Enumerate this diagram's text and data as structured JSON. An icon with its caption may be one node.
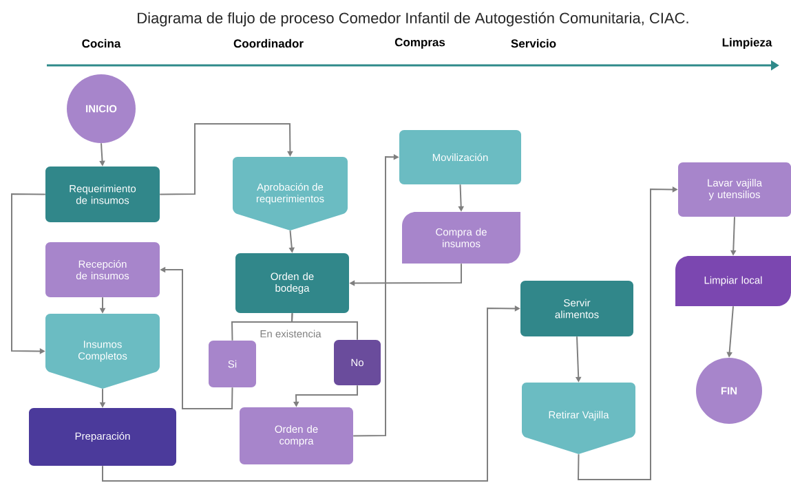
{
  "diagram": {
    "title": "Diagrama de flujo de proceso Comedor Infantil de Autogestión Comunitaria, CIAC.",
    "nodes": [
      {
        "text": [
          "INICIO"
        ]
      },
      {
        "text": [
          "Requerimiento de insumos"
        ]
      },
      {
        "text": [
          "Aprobación de requerimientos"
        ]
      },
      {
        "text": [
          "Recepción de insumos"
        ]
      },
      {
        "text": [
          "Orden de bodega"
        ]
      },
      {
        "text": [
          "Insumos Completos"
        ]
      },
      {
        "text": [
          "Si"
        ]
      },
      {
        "text": [
          "No"
        ]
      },
      {
        "text": [
          "Preparación"
        ]
      },
      {
        "text": [
          "Orden de compra"
        ]
      },
      {
        "text": [
          "Movilización"
        ]
      },
      {
        "text": [
          "Compra de insumos"
        ]
      },
      {
        "text": [
          "Servir alimentos"
        ]
      },
      {
        "text": [
          "Retirar Vajilla"
        ]
      },
      {
        "text": [
          "Lavar vajilla y utensilios"
        ]
      },
      {
        "text": [
          "Limpiar local"
        ]
      },
      {
        "text": [
          "FIN"
        ]
      }
    ],
    "edges": [
      {
        "from": 0,
        "to": 1,
        "arrow": "to"
      },
      {
        "from": 1,
        "to": 2,
        "arrow": "to"
      },
      {
        "from": 2,
        "to": 4,
        "arrow": "to"
      },
      {
        "from": 1,
        "to": 5,
        "arrow": "to"
      },
      {
        "from": 3,
        "to": 5,
        "arrow": "to"
      },
      {
        "from": 4,
        "to": 6,
        "arrow": "none"
      },
      {
        "from": 4,
        "to": 7,
        "arrow": "none"
      },
      {
        "from": 6,
        "to": 3,
        "arrow": "to"
      },
      {
        "from": 7,
        "to": 9,
        "arrow": "to"
      },
      {
        "from": 9,
        "to": 10,
        "arrow": "to"
      },
      {
        "from": 10,
        "to": 11,
        "arrow": "to"
      },
      {
        "from": 11,
        "to": 4,
        "arrow": "to"
      },
      {
        "from": 5,
        "to": 8,
        "arrow": "to"
      },
      {
        "from": 8,
        "to": 12,
        "arrow": "to"
      },
      {
        "from": 12,
        "to": 13,
        "arrow": "to"
      },
      {
        "from": 13,
        "to": 14,
        "arrow": "to"
      },
      {
        "from": 14,
        "to": 15,
        "arrow": "to"
      },
      {
        "from": 15,
        "to": 16,
        "arrow": "to"
      }
    ],
    "labels": [
      "Cocina",
      "Coordinador",
      "Compras",
      "Servicio",
      "Limpieza",
      "En existencia"
    ]
  }
}
